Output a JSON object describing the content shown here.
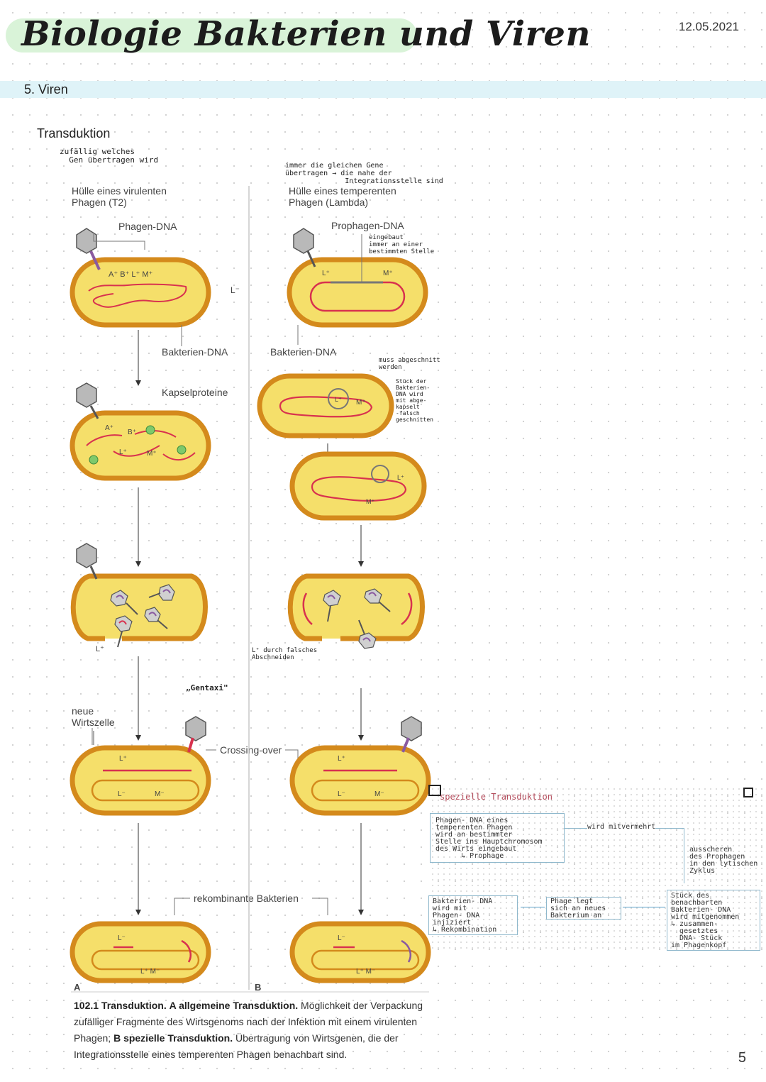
{
  "header": {
    "title": "Biologie Bakterien und Viren",
    "date": "12.05.2021",
    "section": "5. Viren",
    "subheading": "Transduktion"
  },
  "annotations": {
    "zufaellig": "zufällig welches\n  Gen übertragen wird",
    "immer_gleich": "immer die gleichen Gene\nübertragen → die nahe der\n              Integrationsstelle sind",
    "eingebaut": "eingebaut\nimmer an einer\nbestimmten Stelle",
    "abgeschnitten": "muss abgeschnitt\nwerden",
    "stueck": "Stück der\nBakterien-\nDNA wird\nmit abge-\nkapselt\n-falsch\ngeschnitten",
    "falsches_abschneiden": "L⁺ durch falsches\nAbschneiden",
    "gentaxi": "„Gentaxi\""
  },
  "figure_labels": {
    "huelle_virulent": "Hülle eines virulenten\nPhagen (T2)",
    "phagen_dna": "Phagen-DNA",
    "huelle_temperent": "Hülle eines temperenten\nPhagen (Lambda)",
    "prophagen_dna": "Prophagen-DNA",
    "bakterien_dna": "Bakterien-DNA",
    "kapselproteine": "Kapselproteine",
    "l_minus": "L⁻",
    "l_plus": "L⁺",
    "neue_wirtszelle": "neue\nWirtszelle",
    "crossing_over": "Crossing-over",
    "rekombinante": "rekombinante Bakterien",
    "panel_a": "A",
    "panel_b": "B",
    "a_plus": "A⁺",
    "b_plus": "B⁺",
    "m_plus": "M⁺",
    "m_minus": "M⁻",
    "lp_mm": "L⁺ M⁻"
  },
  "caption": {
    "number": "102.1 Transduktion.",
    "part_a_label": "A allgemeine Transduktion.",
    "part_a_text": "Möglichkeit der Verpackung zufälliger Fragmente des Wirtsgenoms nach der Infektion mit einem virulenten Phagen;",
    "part_b_label": "B spezielle Transduktion.",
    "part_b_text": "Übertragung von Wirtsgenen, die der Integrationsstelle eines temperenten Phagen benachbart sind."
  },
  "mini_note": {
    "title": "spezielle Transduktion",
    "box1": "Phagen- DNA eines\ntemperenten Phagen\nwird an bestimmter\nStelle ins Hauptchromosom\ndes Wirts eingebaut\n      ↳ Prophage",
    "arrow1": "wird mitvermehrt",
    "box2": "ausscheren\ndes Prophagen\nin den lytischen\nZyklus",
    "box3": "Stück des\nbenachbarten\nBakterien- DNA\nwird mitgenommen\n↳ zusammen-\n  gesetztes\n  DNA- Stück\nim Phagenkopf",
    "box4": "Phage legt\nsich an neues\nBakterium an",
    "box5": "Bakterien- DNA\nwird mit\nPhagen- DNA\ninjiziert\n↳ Rekombination"
  },
  "page_number": "5",
  "colors": {
    "cell_fill": "#f5df6a",
    "cell_border": "#d48a1c",
    "dna_red": "#d8324f",
    "phage_gray": "#b9b9b9",
    "highlight_green": "#d9f3d8",
    "section_blue": "#dff3f8"
  }
}
